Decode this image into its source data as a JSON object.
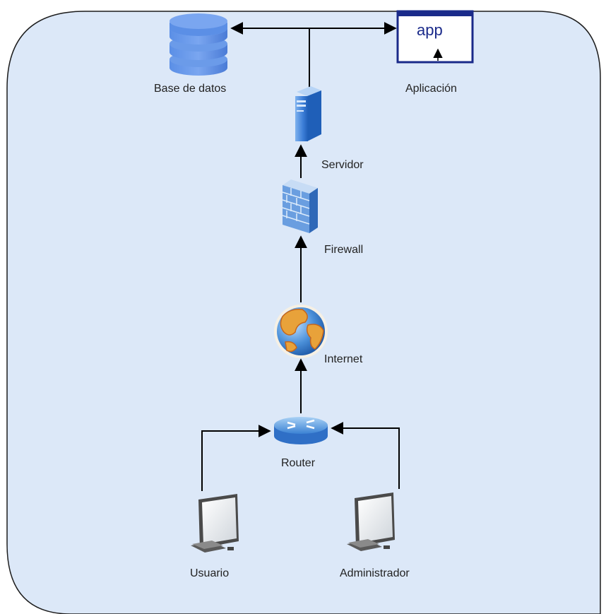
{
  "diagram": {
    "background_color": "#dce8f8",
    "border_color": "#1c1c1c",
    "arrow_color": "#000000",
    "nodes": {
      "database": {
        "label": "Base de datos",
        "icon": "database-icon"
      },
      "application": {
        "label": "Aplicación",
        "icon_text": "app",
        "icon": "app-window-icon"
      },
      "server": {
        "label": "Servidor",
        "icon": "server-icon"
      },
      "firewall": {
        "label": "Firewall",
        "icon": "firewall-icon"
      },
      "internet": {
        "label": "Internet",
        "icon": "globe-icon"
      },
      "router": {
        "label": "Router",
        "icon": "router-icon"
      },
      "user": {
        "label": "Usuario",
        "icon": "computer-icon"
      },
      "admin": {
        "label": "Administrador",
        "icon": "computer-icon"
      }
    }
  }
}
